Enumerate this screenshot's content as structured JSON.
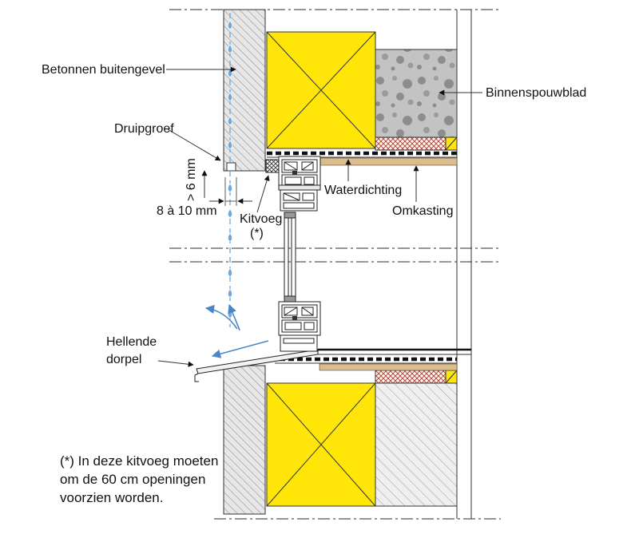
{
  "labels": {
    "betonnen_buitengevel": "Betonnen buitengevel",
    "binnenspouwblad": "Binnenspouwblad",
    "druipgroef": "Druipgroef",
    "waterdichting": "Waterdichting",
    "omkasting": "Omkasting",
    "kitvoeg": "Kitvoeg",
    "kitvoeg_note_ref": "(*)",
    "hellende_dorpel_line1": "Hellende",
    "hellende_dorpel_line2": "dorpel"
  },
  "dimensions": {
    "groove_depth": "> 6 mm",
    "joint_width": "8 à 10 mm"
  },
  "footnote": {
    "line1": "(*) In deze kitvoeg moeten",
    "line2": "om de 60 cm openingen",
    "line3": "voorzien worden."
  },
  "colors": {
    "insulation_yellow": "#ffe608",
    "drip_blue": "#6fa8dc",
    "casing_red": "#b03a2e",
    "wood_tan": "#d9bd8e",
    "concrete_gray": "#c3c3c3",
    "hatch_gray": "#8c8c8c"
  }
}
